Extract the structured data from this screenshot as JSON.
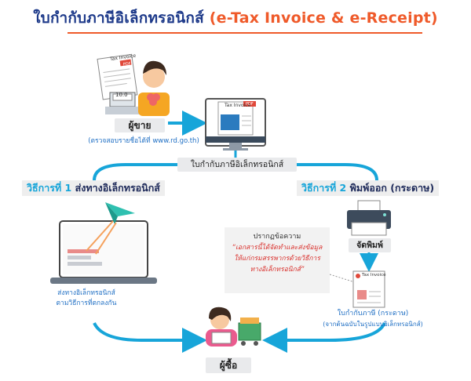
{
  "title": {
    "thai": "ใบกำกับภาษีอิเล็กทรอนิกส์",
    "english": "(e-Tax Invoice & e-Receipt)"
  },
  "seller": {
    "label": "ผู้ขาย",
    "note": "(ตรวจสอบรายชื่อได้ที่ www.rd.go.th)"
  },
  "seller_doc": {
    "header": "Tax Invoice",
    "tag": "PDF"
  },
  "register": {
    "display": "10.0"
  },
  "monitor_doc": {
    "header": "Tax Invoice",
    "tag": "PDF"
  },
  "center_label": "ใบกำกับภาษีอิเล็กทรอนิกส์",
  "method1": {
    "number": "วิธีการที่ 1",
    "text": "ส่งทางอิเล็กทรอนิกส์",
    "caption_line1": "ส่งทางอิเล็กทรอนิกส์",
    "caption_line2": "ตามวิธีการที่ตกลงกัน"
  },
  "method2": {
    "number": "วิธีการที่ 2",
    "text": "พิมพ์ออก (กระดาษ)"
  },
  "printer": {
    "label": "จัดพิมพ์"
  },
  "notice": {
    "heading": "ปรากฏข้อความ",
    "line1": "“เอกสารนี้ได้จัดทำและส่งข้อมูล",
    "line2": "ให้แก่กรมสรรพากรด้วยวิธีการ",
    "line3": "ทางอิเล็กทรอนิกส์”"
  },
  "paper_doc": {
    "header": "Tax Invoice"
  },
  "paper_invoice": {
    "label": "ใบกำกับภาษี (กระดาษ)",
    "note": "(จากต้นฉบับในรูปแบบอิเล็กทรอนิกส์)"
  },
  "buyer": {
    "label": "ผู้ซื้อ"
  },
  "colors": {
    "flow_blue": "#17a5d9",
    "title_navy": "#1e3a8a",
    "title_orange": "#ef5a2a",
    "label_blue": "#1f6fc4",
    "notice_red": "#d9302c",
    "pdf_red": "#e0483a"
  }
}
